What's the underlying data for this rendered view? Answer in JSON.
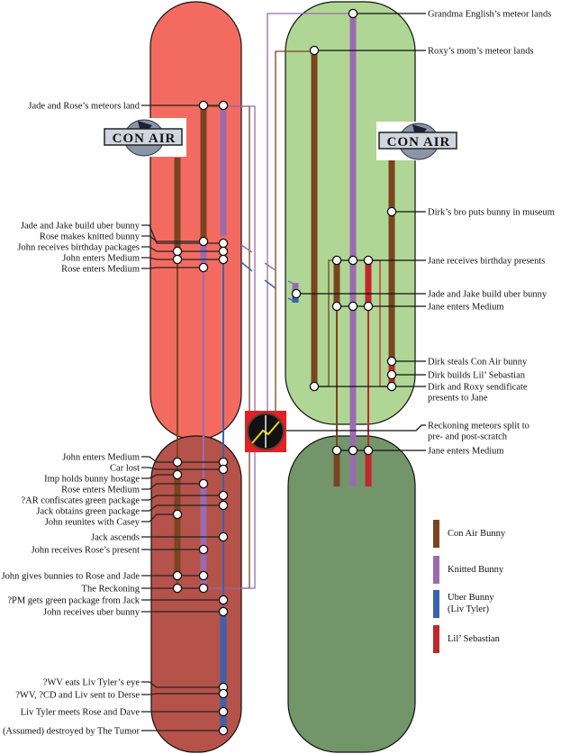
{
  "colors": {
    "con_air": "#7b4420",
    "knitted": "#9b6bb0",
    "uber": "#3b62ad",
    "lil_sebastian": "#c1262b",
    "left_pre": "#f36b60",
    "left_post": "#b5524a",
    "right_pre": "#afd695",
    "right_post": "#73956a"
  },
  "logos": {
    "con_air_text": "CON AIR"
  },
  "left_events": [
    {
      "label": "Jade and Rose’s meteors land"
    },
    {
      "label": "Jade and Jake build uber bunny"
    },
    {
      "label": "Rose makes knitted bunny"
    },
    {
      "label": "John receives birthday packages"
    },
    {
      "label": "John enters Medium"
    },
    {
      "label": "Rose enters Medium"
    },
    {
      "label": "John enters Medium"
    },
    {
      "label": "Car lost"
    },
    {
      "label": "Imp holds bunny hostage"
    },
    {
      "label": "Rose enters Medium"
    },
    {
      "label": "?AR confiscates green package"
    },
    {
      "label": "Jack obtains green package"
    },
    {
      "label": "John reunites with Casey"
    },
    {
      "label": "Jack ascends"
    },
    {
      "label": "John receives Rose’s present"
    },
    {
      "label": "John gives bunnies to Rose and Jade"
    },
    {
      "label": "The Reckoning"
    },
    {
      "label": "?PM gets green package from Jack"
    },
    {
      "label": "John receives uber bunny"
    },
    {
      "label": "?WV eats Liv Tyler’s eye"
    },
    {
      "label": "?WV, ?CD and Liv sent to Derse"
    },
    {
      "label": "Liv Tyler meets Rose and Dave"
    },
    {
      "label": "(Assumed) destroyed by The Tumor"
    }
  ],
  "right_events": [
    {
      "label": "Grandma English’s meteor lands"
    },
    {
      "label": "Roxy’s mom’s meteor lands"
    },
    {
      "label": "Dirk’s bro puts bunny in museum"
    },
    {
      "label": "Jane receives birthday presents"
    },
    {
      "label": "Jade and Jake build uber bunny"
    },
    {
      "label": "Jane enters Medium"
    },
    {
      "label": "Dirk steals Con Air bunny"
    },
    {
      "label": "Dirk builds Lil’ Sebastian"
    },
    {
      "label": "Dirk and Roxy sendificate",
      "label2": "presents to Jane"
    },
    {
      "label": "Reckoning meteors split to",
      "label2": "pre- and post-scratch"
    },
    {
      "label": "Jane enters Medium"
    }
  ],
  "legend": [
    {
      "label": "Con Air Bunny",
      "color": "#7b4420"
    },
    {
      "label": "Knitted Bunny",
      "color": "#9b6bb0"
    },
    {
      "label": "Uber Bunny",
      "label2": "(Liv Tyler)",
      "color": "#3b62ad"
    },
    {
      "label": "Lil’ Sebastian",
      "color": "#c1262b"
    }
  ]
}
